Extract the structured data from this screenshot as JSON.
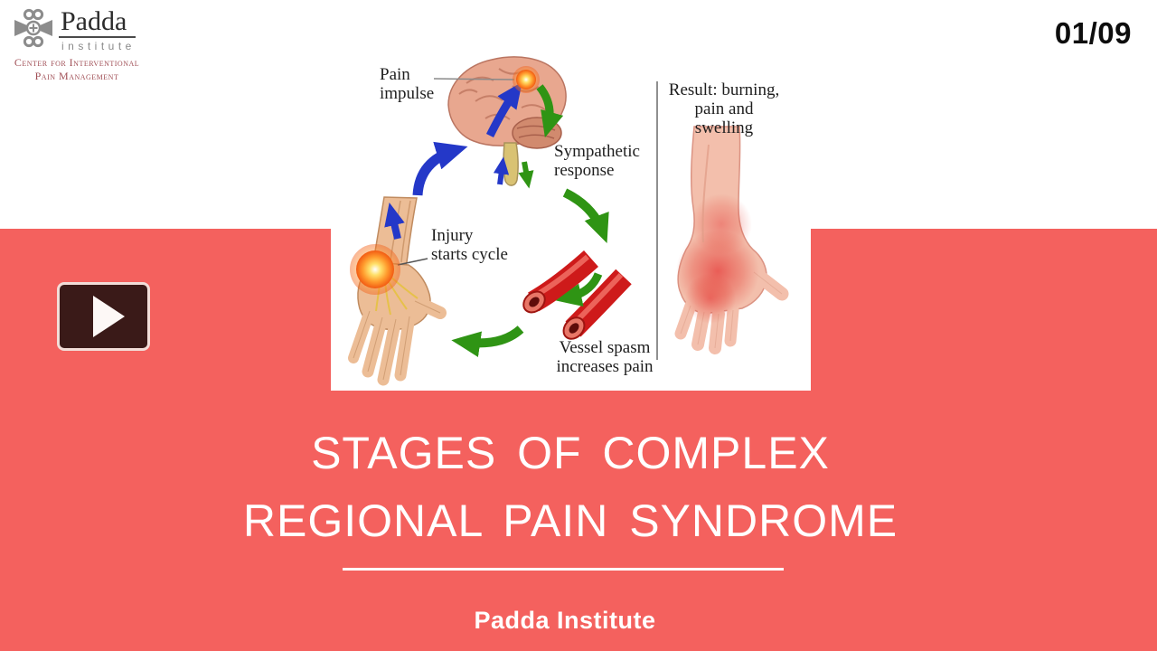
{
  "header": {
    "page_indicator": "01/09",
    "logo": {
      "name": "Padda",
      "subtitle": "institute",
      "tagline_line1": "Center for Interventional",
      "tagline_line2": "Pain Management"
    }
  },
  "media": {
    "play_icon": "play-triangle"
  },
  "diagram": {
    "labels": {
      "pain_impulse": [
        "Pain",
        "impulse"
      ],
      "sympathetic_response": [
        "Sympathetic",
        "response"
      ],
      "injury_starts_cycle": [
        "Injury",
        "starts cycle"
      ],
      "vessel_spasm": [
        "Vessel spasm",
        "increases pain"
      ],
      "result": [
        "Result: burning,",
        "pain and swelling"
      ]
    },
    "illustrations": [
      "brain",
      "injured-hand",
      "blood-vessels",
      "swollen-hand"
    ],
    "colors": {
      "arrow_blue": "#2438c8",
      "arrow_green": "#2f9414",
      "vessel_red": "#ce1a1a",
      "skin": "#ecbd96",
      "burst_orange": "#ff9c2e"
    }
  },
  "title": {
    "line1": "STAGES OF COMPLEX",
    "line2": "REGIONAL PAIN SYNDROME"
  },
  "footer": {
    "text": "Padda Institute"
  },
  "colors": {
    "banner": "#f4615e",
    "background": "#ffffff",
    "play_button": "#3a1a18",
    "title_text": "#ffffff",
    "logo_gray": "#8c8c8c",
    "logo_maroon": "#a04e55"
  }
}
